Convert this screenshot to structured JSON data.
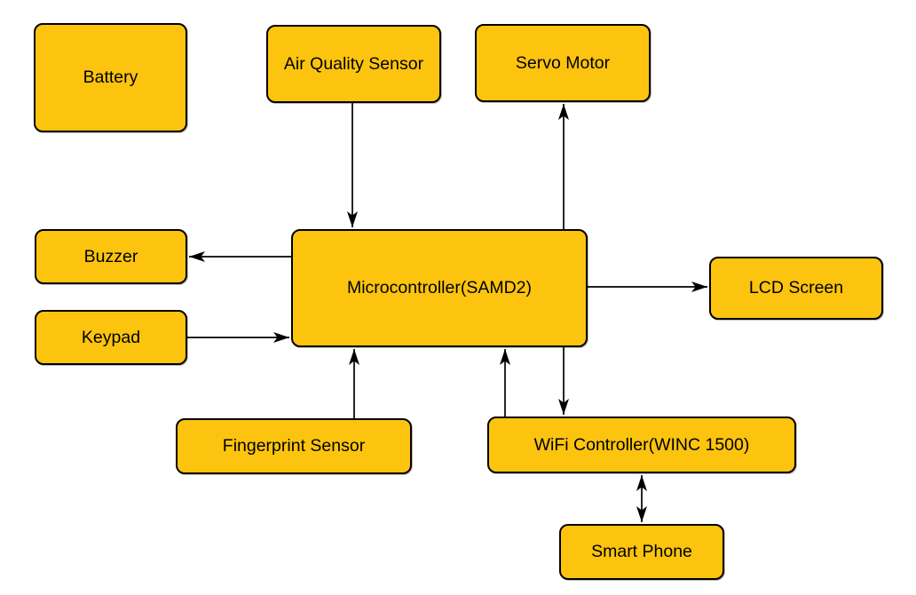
{
  "diagram": {
    "type": "block-diagram",
    "colors": {
      "node_fill": "#FCC40E",
      "node_border": "#000000",
      "connector": "#000000",
      "background": "#FFFFFF"
    },
    "nodes": {
      "battery": {
        "label": "Battery"
      },
      "air_quality_sensor": {
        "label": "Air Quality Sensor"
      },
      "servo_motor": {
        "label": "Servo Motor"
      },
      "buzzer": {
        "label": "Buzzer"
      },
      "keypad": {
        "label": "Keypad"
      },
      "microcontroller": {
        "label": "Microcontroller(SAMD2)"
      },
      "lcd_screen": {
        "label": "LCD Screen"
      },
      "fingerprint_sensor": {
        "label": "Fingerprint Sensor"
      },
      "wifi_controller": {
        "label": "WiFi Controller(WINC 1500)"
      },
      "smart_phone": {
        "label": "Smart Phone"
      }
    },
    "edges": [
      {
        "from": "air_quality_sensor",
        "to": "microcontroller",
        "arrow": "single"
      },
      {
        "from": "microcontroller",
        "to": "servo_motor",
        "arrow": "single"
      },
      {
        "from": "microcontroller",
        "to": "buzzer",
        "arrow": "single"
      },
      {
        "from": "keypad",
        "to": "microcontroller",
        "arrow": "single"
      },
      {
        "from": "microcontroller",
        "to": "lcd_screen",
        "arrow": "single"
      },
      {
        "from": "fingerprint_sensor",
        "to": "microcontroller",
        "arrow": "single"
      },
      {
        "from": "wifi_controller",
        "to": "microcontroller",
        "arrow": "single"
      },
      {
        "from": "microcontroller",
        "to": "wifi_controller",
        "arrow": "single"
      },
      {
        "from": "wifi_controller",
        "to": "smart_phone",
        "arrow": "double"
      }
    ]
  }
}
